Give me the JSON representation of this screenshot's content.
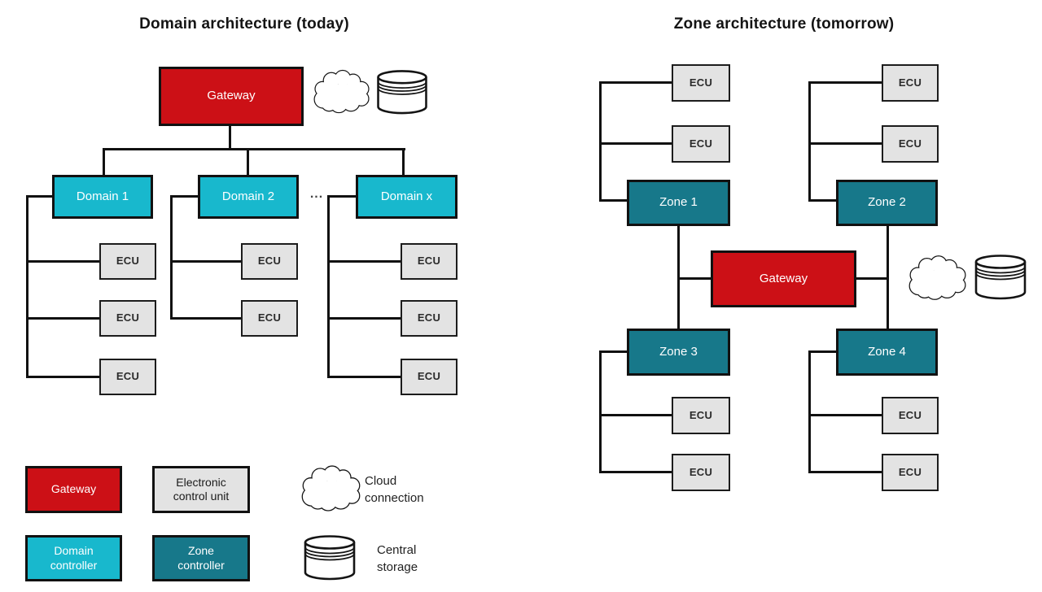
{
  "left_diagram": {
    "title": "Domain architecture (today)",
    "gateway_label": "Gateway",
    "domains": [
      "Domain 1",
      "Domain 2",
      "Domain x"
    ],
    "ellipsis": "...",
    "ecu_label": "ECU"
  },
  "right_diagram": {
    "title": "Zone architecture (tomorrow)",
    "gateway_label": "Gateway",
    "zones": [
      "Zone 1",
      "Zone 2",
      "Zone 3",
      "Zone 4"
    ],
    "ecu_label": "ECU"
  },
  "legend": {
    "gateway_label": "Gateway",
    "ecu_label": "Electronic control unit",
    "domain_label": "Domain controller",
    "zone_label": "Zone controller",
    "cloud_label": "Cloud connection",
    "storage_label": "Central storage"
  },
  "colors": {
    "gateway_red": "#cc1016",
    "domain_cyan": "#18b8cd",
    "zone_teal": "#17788a",
    "ecu_gray": "#e3e3e3",
    "line_black": "#111111"
  }
}
